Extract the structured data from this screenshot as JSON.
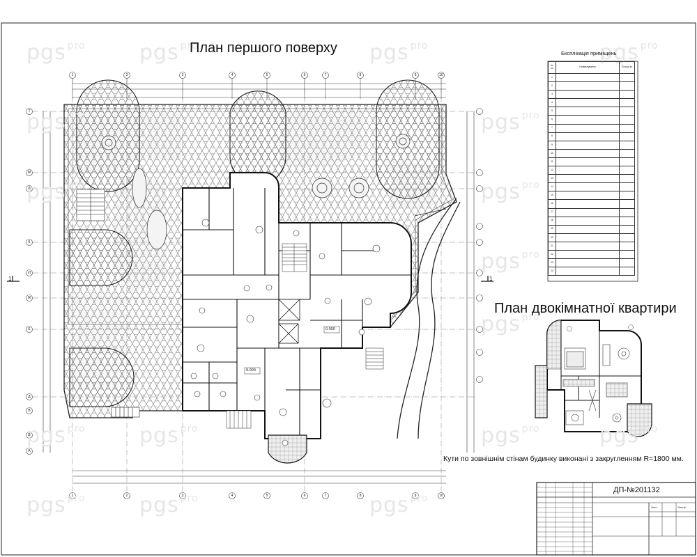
{
  "watermark": {
    "brand": "pgs",
    "suffix": "pro"
  },
  "titles": {
    "first_floor_plan": "План першого поверху",
    "apartment_plan": "План двокімнатної квартири"
  },
  "explication": {
    "title": "Експлікація приміщень",
    "headers": [
      "№ пп",
      "Найменування",
      "Площа м²"
    ],
    "rows": [
      {
        "no": "1",
        "name": "",
        "area": ""
      },
      {
        "no": "2",
        "name": "",
        "area": ""
      },
      {
        "no": "3",
        "name": "",
        "area": ""
      },
      {
        "no": "4",
        "name": "",
        "area": ""
      },
      {
        "no": "5",
        "name": "",
        "area": ""
      },
      {
        "no": "6",
        "name": "",
        "area": ""
      },
      {
        "no": "7",
        "name": "",
        "area": ""
      },
      {
        "no": "8",
        "name": "",
        "area": ""
      },
      {
        "no": "9",
        "name": "",
        "area": ""
      },
      {
        "no": "10",
        "name": "",
        "area": ""
      },
      {
        "no": "11",
        "name": "",
        "area": ""
      },
      {
        "no": "12",
        "name": "",
        "area": ""
      },
      {
        "no": "13",
        "name": "",
        "area": ""
      },
      {
        "no": "14",
        "name": "",
        "area": ""
      },
      {
        "no": "15",
        "name": "",
        "area": ""
      },
      {
        "no": "16",
        "name": "",
        "area": ""
      },
      {
        "no": "17",
        "name": "",
        "area": ""
      },
      {
        "no": "18",
        "name": "",
        "area": ""
      },
      {
        "no": "19",
        "name": "",
        "area": ""
      },
      {
        "no": "20",
        "name": "",
        "area": ""
      },
      {
        "no": "21",
        "name": "",
        "area": ""
      },
      {
        "no": "22",
        "name": "",
        "area": ""
      },
      {
        "no": "23",
        "name": "",
        "area": ""
      },
      {
        "no": "24",
        "name": "",
        "area": ""
      }
    ]
  },
  "note": "Кути по зовнішнім стінам будинку виконані з закругленням   R=1800 мм.",
  "title_block": {
    "doc_no": "ДП-№201132",
    "faculty": "",
    "sheet_label": "Лист",
    "sheets_label": "Листів"
  },
  "section_mark": "1",
  "level_marks": [
    "0.000",
    "0.000"
  ],
  "axes": {
    "top": [
      "1",
      "2",
      "3",
      "4",
      "5",
      "6",
      "7",
      "8",
      "9",
      "10"
    ],
    "left": [
      "Т",
      "М",
      "Л",
      "К",
      "И",
      "Ж",
      "Е",
      "Д",
      "В",
      "Б",
      "А"
    ]
  }
}
